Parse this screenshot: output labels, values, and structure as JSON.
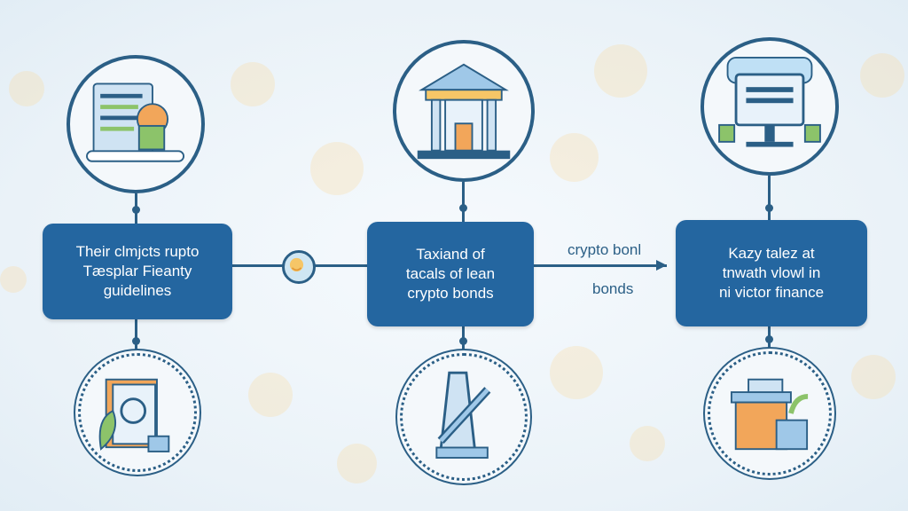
{
  "steps": [
    {
      "lines": [
        "Their clmjcts rupto",
        "Tæsplar Fieanty",
        "guidelines"
      ],
      "top_icon": "document-coin-icon",
      "bottom_icon": "book-leaf-icon"
    },
    {
      "lines": [
        "Taxiand of",
        "tacals of lean",
        "crypto bonds"
      ],
      "top_icon": "bank-building-icon",
      "bottom_icon": "tower-wrench-icon"
    },
    {
      "lines": [
        "Kazy talez at",
        "tnwath vlowl in",
        "ni victor finance"
      ],
      "top_icon": "monitor-chair-icon",
      "bottom_icon": "archive-box-icon"
    }
  ],
  "connector": {
    "label_top": "crypto bonl",
    "label_bottom": "bonds"
  },
  "colors": {
    "primary": "#2466a0",
    "line": "#2b5f86",
    "accent_orange": "#f2a65a",
    "accent_green": "#8cc36a"
  }
}
